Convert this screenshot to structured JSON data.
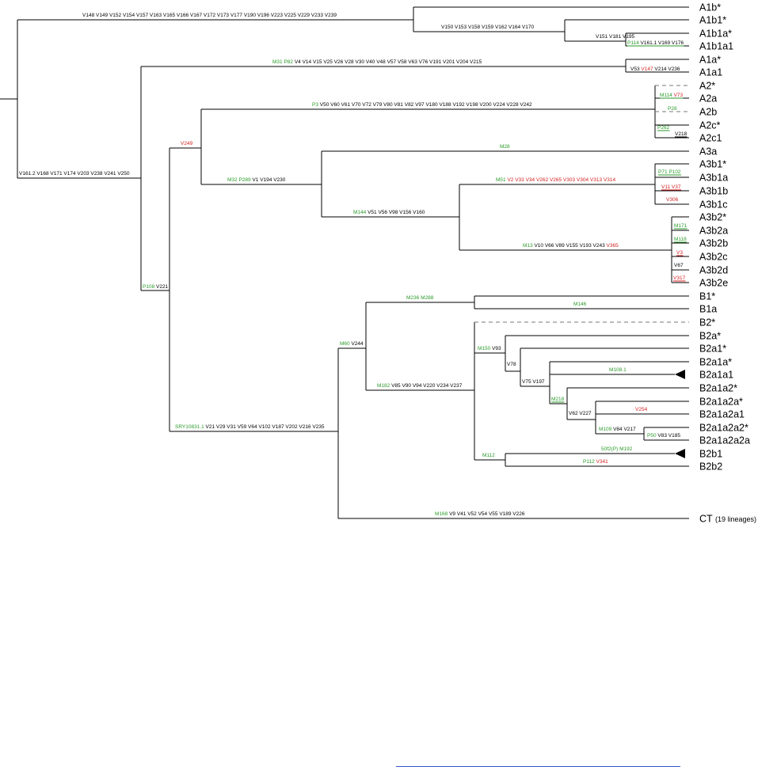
{
  "colors": {
    "branch": "#000000",
    "green_marker": "#2a9a2a",
    "red_marker": "#d42020",
    "black_marker": "#000000",
    "dashed": "#777777",
    "footer_link": "#3355cc"
  },
  "tips": [
    "A1b*",
    "A1b1*",
    "A1b1a*",
    "A1b1a1",
    "A1a*",
    "A1a1",
    "A2*",
    "A2a",
    "A2b",
    "A2c*",
    "A2c1",
    "A3a",
    "A3b1*",
    "A3b1a",
    "A3b1b",
    "A3b1c",
    "A3b2*",
    "A3b2a",
    "A3b2b",
    "A3b2c",
    "A3b2d",
    "A3b2e",
    "B1*",
    "B1a",
    "B2*",
    "B2a*",
    "B2a1*",
    "B2a1a*",
    "B2a1a1",
    "B2a1a2*",
    "B2a1a2a*",
    "B2a1a2a1",
    "B2a1a2a2*",
    "B2a1a2a2a",
    "B2b1",
    "B2b2",
    "CT"
  ],
  "ct_note": "(19 lineages)",
  "mutation_labels": [
    {
      "id": "root",
      "segs": [
        {
          "t": "V161.2 V168 V171 V174 V203 V238 V241 V250",
          "c": "k"
        }
      ]
    },
    {
      "id": "a1b",
      "segs": [
        {
          "t": "V148 V149 V152 V154 V157 V163 V165 V166 V167 V172 V173 V177 V190 V196 V223 V225 V229 V233 V239",
          "c": "k"
        }
      ]
    },
    {
      "id": "a1b1",
      "segs": [
        {
          "t": "V150 V153 V158 V159 V162 V164 V170",
          "c": "k"
        }
      ]
    },
    {
      "id": "a1b1a",
      "segs": [
        {
          "t": "V151 V181 V195",
          "c": "k"
        }
      ]
    },
    {
      "id": "a1b1a1",
      "segs": [
        {
          "t": "P114",
          "c": "g"
        },
        {
          "t": " V161.1 V169 V176",
          "c": "k"
        }
      ]
    },
    {
      "id": "a1a",
      "segs": [
        {
          "t": "M31 P82",
          "c": "g"
        },
        {
          "t": "  V4 V14 V15 V25 V26 V28 V30 V40 V48 V57 V58 V63 V76 V191 V201 V204 V215",
          "c": "k"
        }
      ]
    },
    {
      "id": "a1a1",
      "segs": [
        {
          "t": "V53 ",
          "c": "k"
        },
        {
          "t": "V147",
          "c": "r"
        },
        {
          "t": " V214 V236",
          "c": "k"
        }
      ]
    },
    {
      "id": "a2a3b",
      "segs": [
        {
          "t": "P108",
          "c": "g"
        },
        {
          "t": " V221",
          "c": "k"
        }
      ]
    },
    {
      "id": "a2a3",
      "segs": [
        {
          "t": "V249",
          "c": "r"
        }
      ]
    },
    {
      "id": "a2",
      "segs": [
        {
          "t": "P3",
          "c": "g"
        },
        {
          "t": "  V50 V60 V61 V70 V72 V79 V80 V81 V82 V97 V180 V188 V192 V198 V200 V224 V228 V242",
          "c": "k"
        }
      ]
    },
    {
      "id": "a2a",
      "segs": [
        {
          "t": "M114 ",
          "c": "g"
        },
        {
          "t": "V73",
          "c": "r"
        }
      ]
    },
    {
      "id": "a2b",
      "segs": [
        {
          "t": "P28",
          "c": "g"
        }
      ]
    },
    {
      "id": "a2c",
      "segs": [
        {
          "t": "P262",
          "c": "g"
        }
      ]
    },
    {
      "id": "a2c1",
      "segs": [
        {
          "t": "V218",
          "c": "k"
        }
      ]
    },
    {
      "id": "a3",
      "segs": [
        {
          "t": "M32  P289",
          "c": "g"
        },
        {
          "t": "  V1  V194  V230",
          "c": "k"
        }
      ]
    },
    {
      "id": "a3a",
      "segs": [
        {
          "t": "M28",
          "c": "g"
        }
      ]
    },
    {
      "id": "a3b",
      "segs": [
        {
          "t": "M144",
          "c": "g"
        },
        {
          "t": " V51 V56 V98 V156 V160",
          "c": "k"
        }
      ]
    },
    {
      "id": "a3b1",
      "segs": [
        {
          "t": "M51",
          "c": "g"
        },
        {
          "t": " V2 V33 V34 V262 V265 V303 V304 V313 V314",
          "c": "r"
        }
      ]
    },
    {
      "id": "a3b1a",
      "segs": [
        {
          "t": "P71  P102",
          "c": "g"
        }
      ]
    },
    {
      "id": "a3b1b",
      "segs": [
        {
          "t": "V11  V37",
          "c": "r"
        }
      ]
    },
    {
      "id": "a3b1c",
      "segs": [
        {
          "t": "V306",
          "c": "r"
        }
      ]
    },
    {
      "id": "a3b2",
      "segs": [
        {
          "t": "M13",
          "c": "g"
        },
        {
          "t": " V10 V66 V89 V155 V193 V243 ",
          "c": "k"
        },
        {
          "t": "V365",
          "c": "r"
        }
      ]
    },
    {
      "id": "a3b2a",
      "segs": [
        {
          "t": "M171",
          "c": "g"
        }
      ]
    },
    {
      "id": "a3b2b",
      "segs": [
        {
          "t": "M118",
          "c": "g"
        }
      ]
    },
    {
      "id": "a3b2c",
      "segs": [
        {
          "t": "V3",
          "c": "r"
        }
      ]
    },
    {
      "id": "a3b2d",
      "segs": [
        {
          "t": "V67",
          "c": "k"
        }
      ]
    },
    {
      "id": "a3b2e",
      "segs": [
        {
          "t": "V317",
          "c": "r"
        }
      ]
    },
    {
      "id": "bct",
      "segs": [
        {
          "t": "SRY10831.1",
          "c": "g"
        },
        {
          "t": "  V21 V29 V31 V59 V64 V102 V187 V202 V216 V235",
          "c": "k"
        }
      ]
    },
    {
      "id": "b",
      "segs": [
        {
          "t": "M60",
          "c": "g"
        },
        {
          "t": " V244",
          "c": "k"
        }
      ]
    },
    {
      "id": "b1",
      "segs": [
        {
          "t": "M236 M288",
          "c": "g"
        }
      ]
    },
    {
      "id": "b1a",
      "segs": [
        {
          "t": "M146",
          "c": "g"
        }
      ]
    },
    {
      "id": "b2",
      "segs": [
        {
          "t": "M182",
          "c": "g"
        },
        {
          "t": "  V85 V90 V94 V220 V234 V237",
          "c": "k"
        }
      ]
    },
    {
      "id": "b2a",
      "segs": [
        {
          "t": "M150",
          "c": "g"
        },
        {
          "t": " V93",
          "c": "k"
        }
      ]
    },
    {
      "id": "b2a1",
      "segs": [
        {
          "t": "V78",
          "c": "k"
        }
      ]
    },
    {
      "id": "b2a1a",
      "segs": [
        {
          "t": "V75 V197",
          "c": "k"
        }
      ]
    },
    {
      "id": "b2a1a1",
      "segs": [
        {
          "t": "M108.1",
          "c": "g"
        }
      ]
    },
    {
      "id": "b2a1a2",
      "segs": [
        {
          "t": "M218",
          "c": "g"
        }
      ]
    },
    {
      "id": "b2a1a2a",
      "segs": [
        {
          "t": "V62 V227",
          "c": "k"
        }
      ]
    },
    {
      "id": "b2a1a2a1",
      "segs": [
        {
          "t": "V254",
          "c": "r"
        }
      ]
    },
    {
      "id": "b2a1a2a2",
      "segs": [
        {
          "t": "M109",
          "c": "g"
        },
        {
          "t": " V84 V217",
          "c": "k"
        }
      ]
    },
    {
      "id": "b2a1a2a2a",
      "segs": [
        {
          "t": "P50",
          "c": "g"
        },
        {
          "t": " V83 V185",
          "c": "k"
        }
      ]
    },
    {
      "id": "b2b",
      "segs": [
        {
          "t": "M112",
          "c": "g"
        }
      ]
    },
    {
      "id": "b2b1",
      "segs": [
        {
          "t": "50f2(P) M192",
          "c": "g"
        }
      ]
    },
    {
      "id": "b2b2",
      "segs": [
        {
          "t": "P112 ",
          "c": "g"
        },
        {
          "t": "V341",
          "c": "r"
        }
      ]
    },
    {
      "id": "ct",
      "segs": [
        {
          "t": "M168",
          "c": "g"
        },
        {
          "t": " V9 V41 V52 V54 V55 V189 V226",
          "c": "k"
        }
      ]
    }
  ]
}
